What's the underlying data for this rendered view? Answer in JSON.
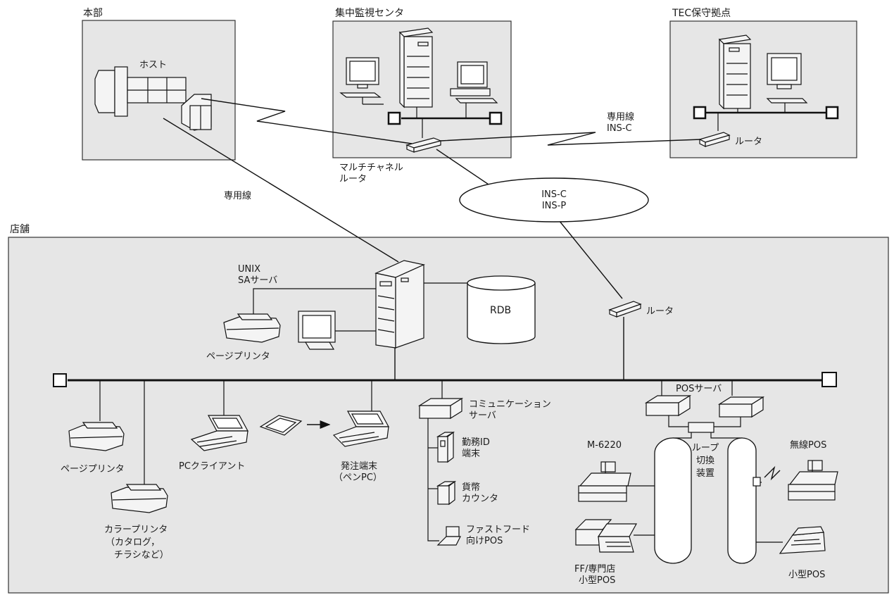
{
  "sites": {
    "honbu": "本部",
    "center": "集中監視センタ",
    "tec": "TEC保守拠点",
    "store": "店舗"
  },
  "labels": {
    "host": "ホスト",
    "senyousen_top": "専用線",
    "ins_c_top": "INS-C",
    "router_tec": "ルータ",
    "multichannel_1": "マルチチャネル",
    "multichannel_2": "ルータ",
    "senyousen_left": "専用線",
    "cloud_1": "INS-C",
    "cloud_2": "INS-P",
    "unix_1": "UNIX",
    "unix_2": "SAサーバ",
    "rdb": "RDB",
    "router_store": "ルータ",
    "page_printer_top": "ページプリンタ",
    "pos_server": "POSサーバ",
    "comm_1": "コミュニケーション",
    "comm_2": "サーバ",
    "kinmu_1": "勤務ID",
    "kinmu_2": "端末",
    "kahei_1": "貨幣",
    "kahei_2": "カウンタ",
    "ff_1": "ファストフード",
    "ff_2": "向けPOS",
    "m6220": "M-6220",
    "loop_1": "ループ",
    "loop_2": "切換",
    "loop_3": "装置",
    "wireless_pos": "無線POS",
    "page_printer_left": "ページプリンタ",
    "pc_client": "PCクライアント",
    "order_1": "発注端末",
    "order_2": "（ペンPC）",
    "color_1": "カラープリンタ",
    "color_2": "（カタログ，",
    "color_3": "チラシなど）",
    "ffshop_1": "FF/専門店",
    "ffshop_2": "小型POS",
    "small_pos": "小型POS"
  }
}
